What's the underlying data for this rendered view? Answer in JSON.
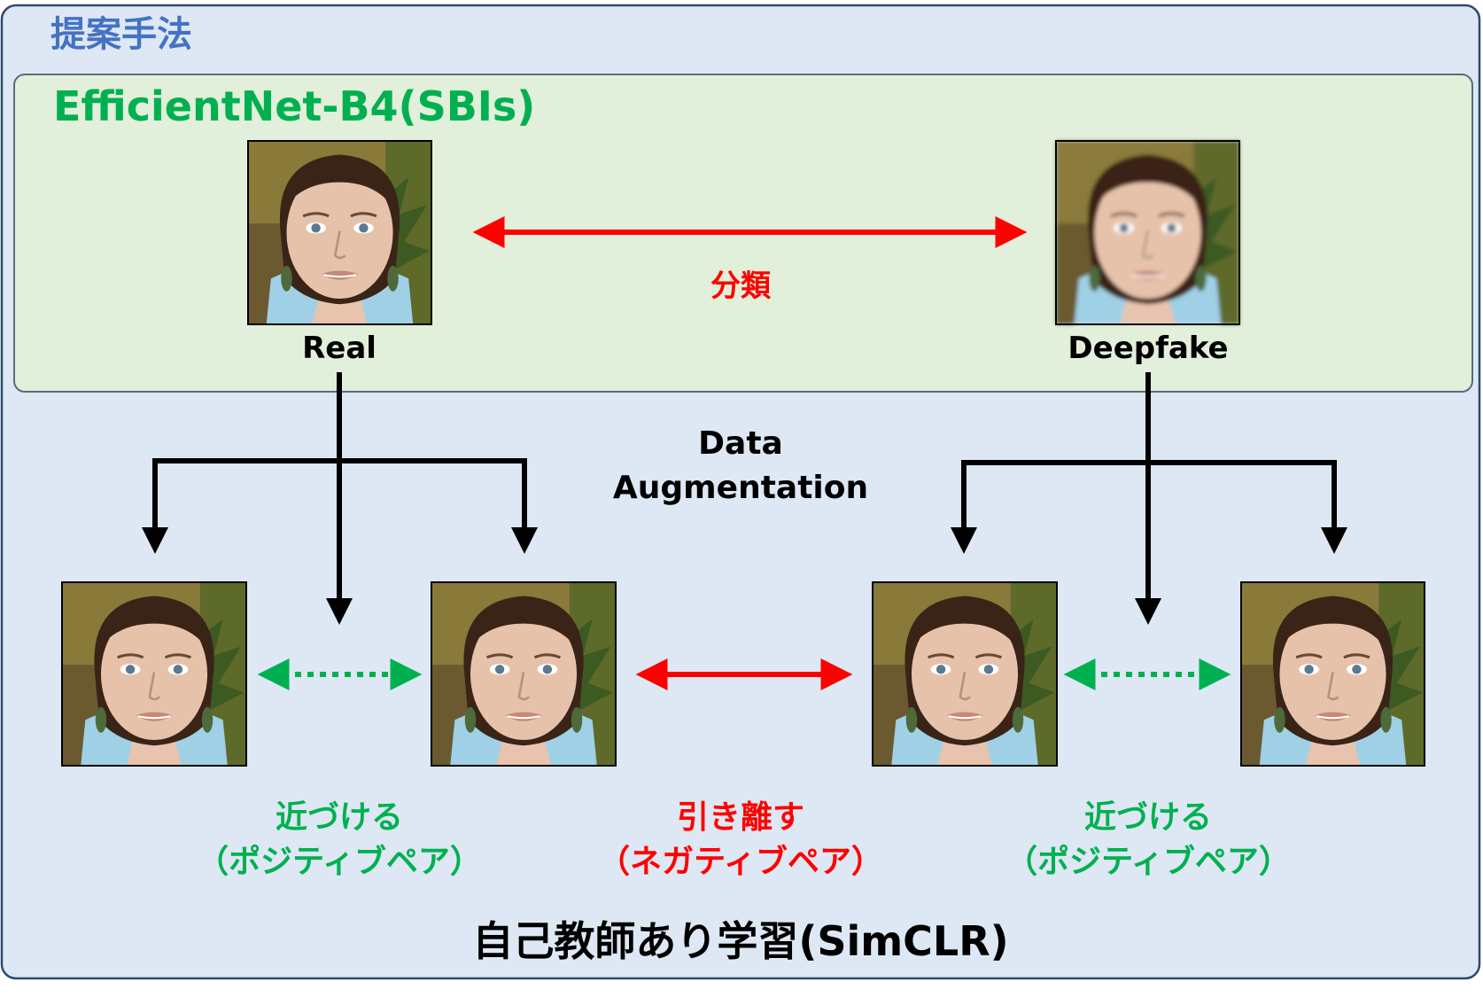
{
  "outer_title": "提案手法",
  "inner_title": "EfficientNet-B4(SBIs)",
  "classification_label": "分類",
  "real_label": "Real",
  "deepfake_label": "Deepfake",
  "augmentation_line1": "Data",
  "augmentation_line2": "Augmentation",
  "pull_left_line1": "近づける",
  "pull_left_line2": "（ポジティブペア）",
  "push_line1": "引き離す",
  "push_line2": "（ネガティブペア）",
  "pull_right_line1": "近づける",
  "pull_right_line2": "（ポジティブペア）",
  "bottom_title": "自己教師あり学習(SimCLR)",
  "colors": {
    "outer_bg": "#dde8f4",
    "outer_border": "#2f4a6b",
    "inner_bg": "#e2efda",
    "inner_border": "#5b6b7b",
    "title_blue": "#4472c4",
    "green": "#00b050",
    "red": "#ff0000",
    "black": "#000000"
  },
  "images": {
    "real_top": "real face photo",
    "deepfake_top": "deepfake face photo (blurred)",
    "aug_real_1": "augmented real face",
    "aug_real_2": "augmented real face",
    "aug_fake_1": "augmented deepfake face",
    "aug_fake_2": "augmented deepfake face"
  }
}
